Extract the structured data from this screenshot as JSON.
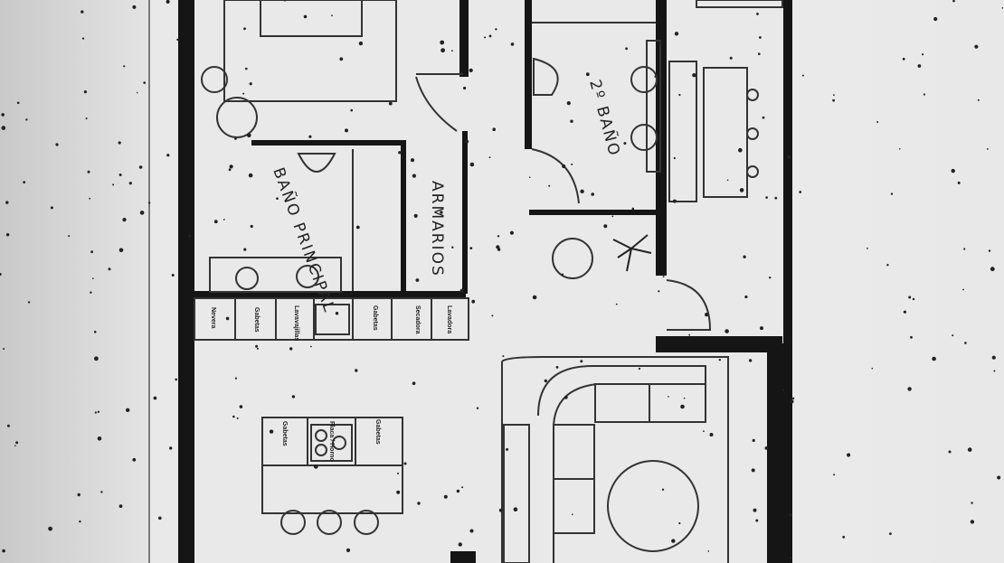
{
  "rooms": {
    "main_bath": "BAÑO PRINCIPAL",
    "wardrobes": "ARMARIOS",
    "second_bath": "2º BAÑO"
  },
  "kitchen_counter": [
    "Nevera",
    "Gabetas",
    "Lavavajillas",
    "Gabetas",
    "Secadora",
    "Lavadora"
  ],
  "island": {
    "left": "Gabetas",
    "center": "Placa / Horno",
    "right": "Gabetas"
  }
}
